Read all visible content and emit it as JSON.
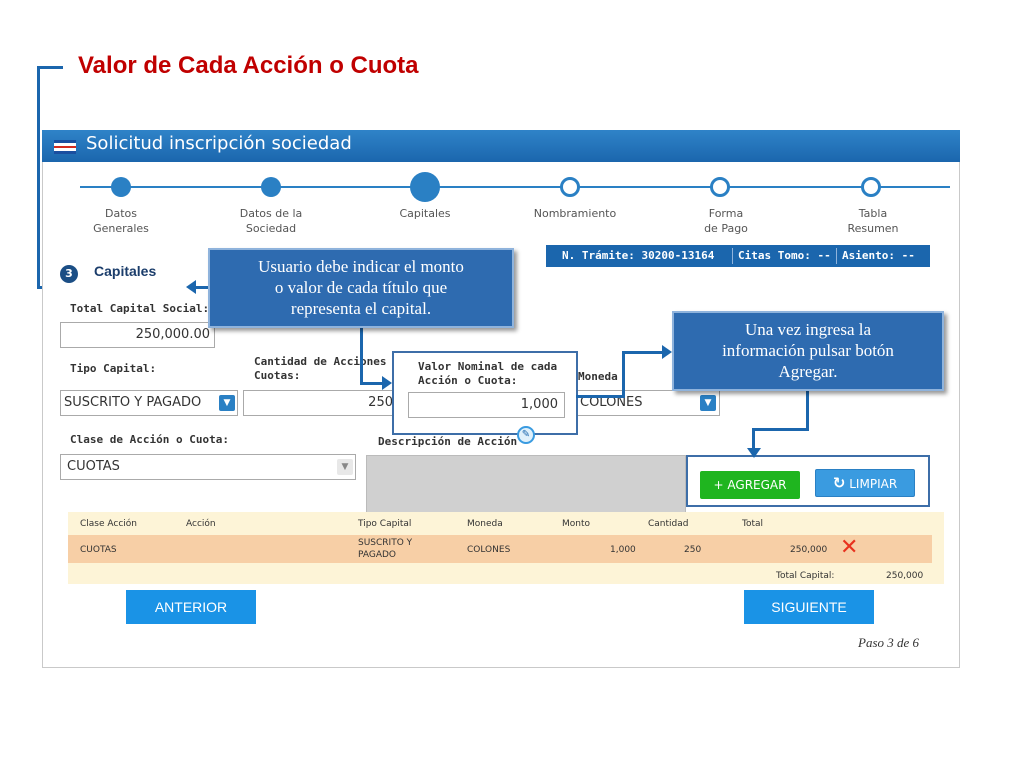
{
  "slide": {
    "title": "Valor de Cada Acción o Cuota"
  },
  "panel": {
    "title": "Solicitud inscripción sociedad"
  },
  "steps": [
    {
      "line1": "Datos",
      "line2": "Generales"
    },
    {
      "line1": "Datos de la",
      "line2": "Sociedad"
    },
    {
      "line1": "Capitales",
      "line2": ""
    },
    {
      "line1": "Nombramiento",
      "line2": ""
    },
    {
      "line1": "Forma",
      "line2": "de Pago"
    },
    {
      "line1": "Tabla",
      "line2": "Resumen"
    }
  ],
  "info_bar": {
    "tramite": "N. Trámite: 30200-13164",
    "citas": "Citas  Tomo: --",
    "asiento": "Asiento: --"
  },
  "section": {
    "number": "3",
    "title": "Capitales"
  },
  "form": {
    "total_capital_label": "Total Capital Social:",
    "total_capital_value": "250,000.00",
    "tipo_capital_label": "Tipo Capital:",
    "tipo_capital_value": "SUSCRITO Y PAGADO",
    "cantidad_label_1": "Cantidad de Acciones o",
    "cantidad_label_2": "Cuotas:",
    "cantidad_value": "250",
    "valor_label_1": "Valor Nominal de cada",
    "valor_label_2": "Acción o Cuota:",
    "valor_value": "1,000",
    "moneda_label": "Moneda",
    "moneda_value": "COLONES",
    "clase_label": "Clase de Acción o Cuota:",
    "clase_value": "CUOTAS",
    "descripcion_label": "Descripción de Acción"
  },
  "buttons": {
    "agregar": "+ AGREGAR",
    "limpiar": "LIMPIAR",
    "anterior": "ANTERIOR",
    "siguiente": "SIGUIENTE"
  },
  "table": {
    "headers": [
      "Clase Acción",
      "Acción",
      "Tipo Capital",
      "Moneda",
      "Monto",
      "Cantidad",
      "Total"
    ],
    "row": {
      "clase": "CUOTAS",
      "accion": "",
      "tipo_1": "SUSCRITO Y",
      "tipo_2": "PAGADO",
      "moneda": "COLONES",
      "monto": "1,000",
      "cantidad": "250",
      "total": "250,000"
    },
    "total_label": "Total Capital:",
    "total_value": "250,000"
  },
  "callouts": {
    "usuario_1": "Usuario debe  indicar el  monto",
    "usuario_2": "o valor de cada título que",
    "usuario_3": "representa el capital.",
    "agregar_1": "Una vez ingresa la",
    "agregar_2": "información pulsar botón",
    "agregar_3": "Agregar."
  },
  "footer": {
    "paso": "Paso 3 de 6"
  },
  "colors": {
    "accent": "#1b66ad",
    "title_red": "#c00000",
    "green": "#1fb51f"
  }
}
